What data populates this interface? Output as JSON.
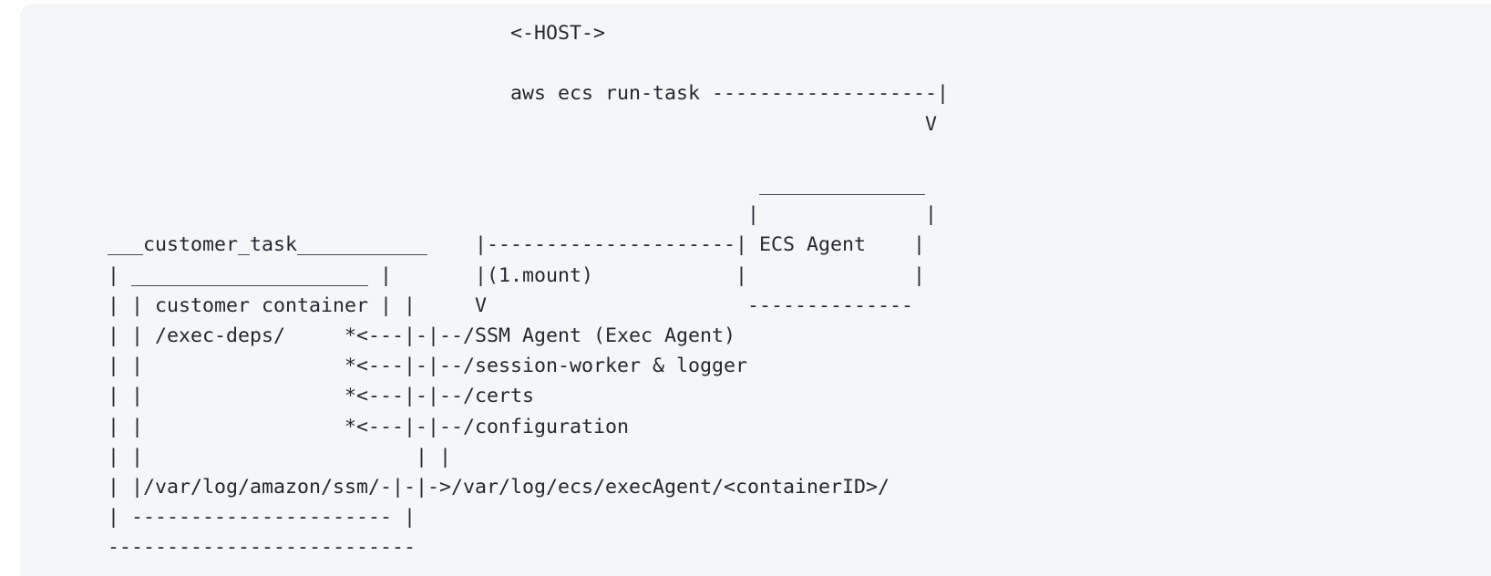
{
  "page": {
    "background_color": "#ffffff",
    "panel_color": "#f5f6f8",
    "text_color": "#24292f",
    "title": "ECS Exec ASCII Diagram"
  },
  "diagram": {
    "type": "ascii-art",
    "description": "ASCII diagram of AWS ECS Exec architecture showing host, ECS Agent, customer task and bind mounts",
    "labels": {
      "host": "<-HOST->",
      "command": "aws ecs run-task",
      "ecs_agent": "ECS Agent",
      "customer_task": "customer_task",
      "customer_container": "customer container",
      "mount_step": "(1.mount)",
      "exec_deps": "/exec-deps/",
      "ssm_agent": "/SSM Agent (Exec Agent)",
      "session_worker": "/session-worker & logger",
      "certs": "/certs",
      "configuration": "/configuration",
      "ssm_log_path": "/var/log/amazon/ssm/",
      "exec_agent_log_path": "/var/log/ecs/execAgent/<containerID>/"
    },
    "lines": [
      "                                  <-HOST->",
      "",
      "                                  aws ecs run-task -------------------|",
      "                                                                     V",
      "",
      "                                                       ______________",
      "                                                      |              |",
      "___customer_task___________    |---------------------| ECS Agent    |",
      "| ____________________ |       |(1.mount)            |              |",
      "| | customer container | |     V                      --------------",
      "| | /exec-deps/     *<---|-|--/SSM Agent (Exec Agent)",
      "| |                 *<---|-|--/session-worker & logger",
      "| |                 *<---|-|--/certs",
      "| |                 *<---|-|--/configuration",
      "| |                       | |",
      "| |/var/log/amazon/ssm/-|-|->/var/log/ecs/execAgent/<containerID>/",
      "| ---------------------- |",
      "--------------------------"
    ],
    "art": "                                  <-HOST->\n\n                                  aws ecs run-task -------------------|\n                                                                     V\n\n                                                       ______________\n                                                      |              |\n___customer_task___________    |---------------------| ECS Agent    |\n| ____________________ |       |(1.mount)            |              |\n| | customer container | |     V                      --------------\n| | /exec-deps/     *<---|-|--/SSM Agent (Exec Agent)\n| |                 *<---|-|--/session-worker & logger\n| |                 *<---|-|--/certs\n| |                 *<---|-|--/configuration\n| |                       | |\n| |/var/log/amazon/ssm/-|-|->/var/log/ecs/execAgent/<containerID>/\n| ---------------------- |\n--------------------------"
  }
}
